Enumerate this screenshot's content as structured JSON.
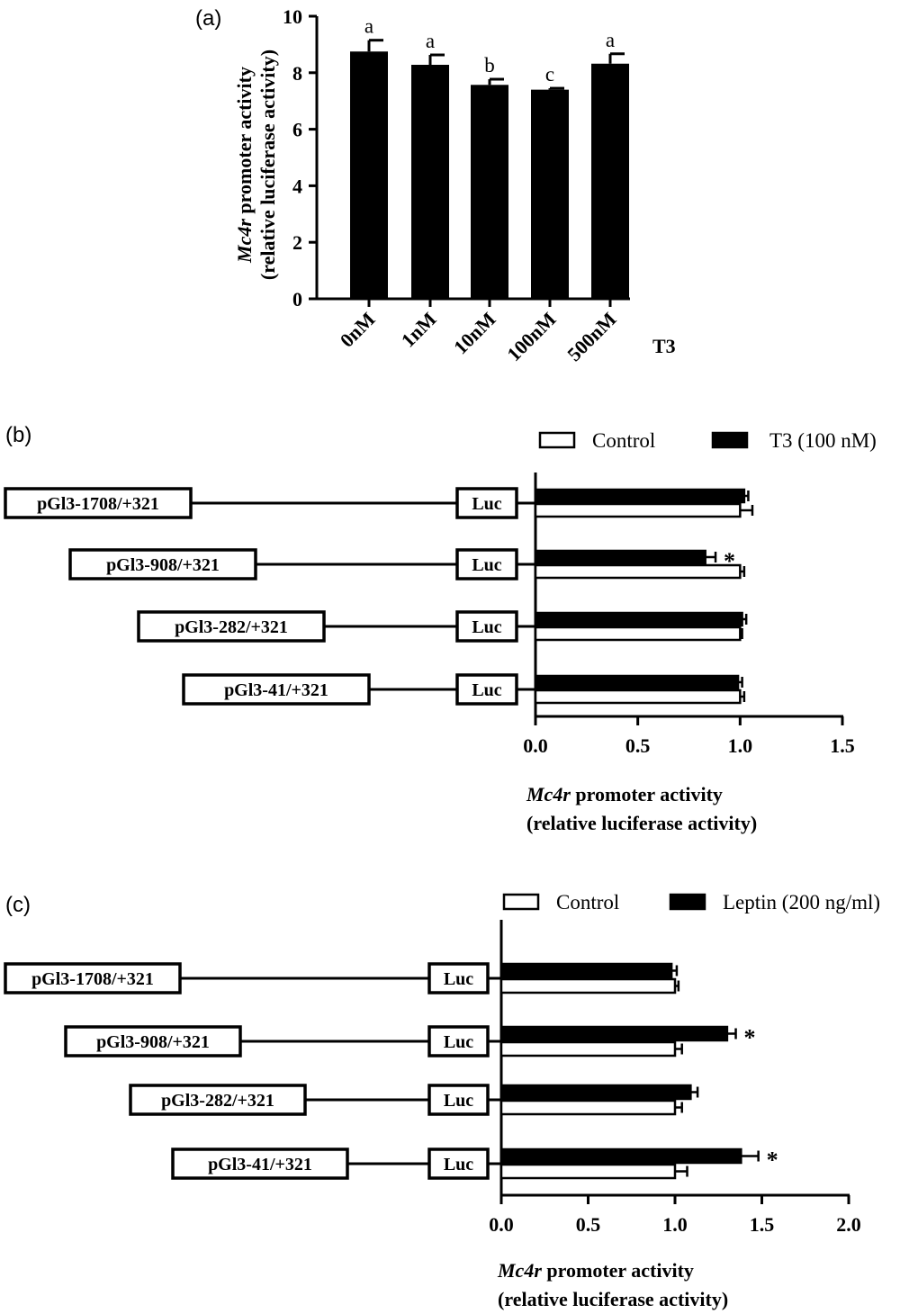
{
  "figure_title": "",
  "chart_data": [
    {
      "panel": "(a)",
      "type": "bar",
      "categories": [
        "0nM",
        "1nM",
        "10nM",
        "100nM",
        "500nM"
      ],
      "values": [
        8.75,
        8.28,
        7.57,
        7.4,
        8.32
      ],
      "errors": [
        0.4,
        0.35,
        0.2,
        0.05,
        0.35
      ],
      "significance_letters": [
        "a",
        "a",
        "b",
        "c",
        "a"
      ],
      "xlabel": "T3",
      "ylabel_italic": "Mc4r",
      "ylabel_rest": " promoter activity",
      "ylabel_line2": "(relative luciferase activity)",
      "ylim": [
        0,
        10
      ],
      "yticks": [
        "0",
        "2",
        "4",
        "6",
        "8",
        "10"
      ],
      "grid": false,
      "legend": "none",
      "colors": {
        "bar": "#000000"
      }
    },
    {
      "panel": "(b)",
      "type": "bar",
      "orientation": "horizontal",
      "categories": [
        "pGl3-1708/+321",
        "pGl3-908/+321",
        "pGl3-282/+321",
        "pGl3-41/+321"
      ],
      "reporter_label": "Luc",
      "series": [
        {
          "name": "T3 (100 nM)",
          "fill": "#000000",
          "values": [
            1.02,
            0.83,
            1.01,
            0.99
          ],
          "errors": [
            0.02,
            0.05,
            0.02,
            0.02
          ]
        },
        {
          "name": "Control",
          "fill": "#ffffff",
          "values": [
            1.0,
            1.0,
            1.0,
            1.0
          ],
          "errors": [
            0.06,
            0.02,
            0.01,
            0.02
          ]
        }
      ],
      "significance": [
        "",
        "*",
        "",
        ""
      ],
      "xlabel_italic": "Mc4r",
      "xlabel_rest": " promoter activity",
      "xlabel_line2": "(relative luciferase activity)",
      "xlim": [
        0,
        1.5
      ],
      "xticks": [
        "0.0",
        "0.5",
        "1.0",
        "1.5"
      ],
      "legend": "top-right"
    },
    {
      "panel": "(c)",
      "type": "bar",
      "orientation": "horizontal",
      "categories": [
        "pGl3-1708/+321",
        "pGl3-908/+321",
        "pGl3-282/+321",
        "pGl3-41/+321"
      ],
      "reporter_label": "Luc",
      "series": [
        {
          "name": "Leptin (200 ng/ml)",
          "fill": "#000000",
          "values": [
            0.98,
            1.3,
            1.09,
            1.38
          ],
          "errors": [
            0.03,
            0.05,
            0.04,
            0.1
          ]
        },
        {
          "name": "Control",
          "fill": "#ffffff",
          "values": [
            1.0,
            1.0,
            1.0,
            1.0
          ],
          "errors": [
            0.02,
            0.04,
            0.04,
            0.07
          ]
        }
      ],
      "significance": [
        "",
        "*",
        "",
        "*"
      ],
      "xlabel_italic": "Mc4r",
      "xlabel_rest": " promoter activity",
      "xlabel_line2": "(relative luciferase activity)",
      "xlim": [
        0,
        2.0
      ],
      "xticks": [
        "0.0",
        "0.5",
        "1.0",
        "1.5",
        "2.0"
      ],
      "legend": "top-right"
    }
  ]
}
